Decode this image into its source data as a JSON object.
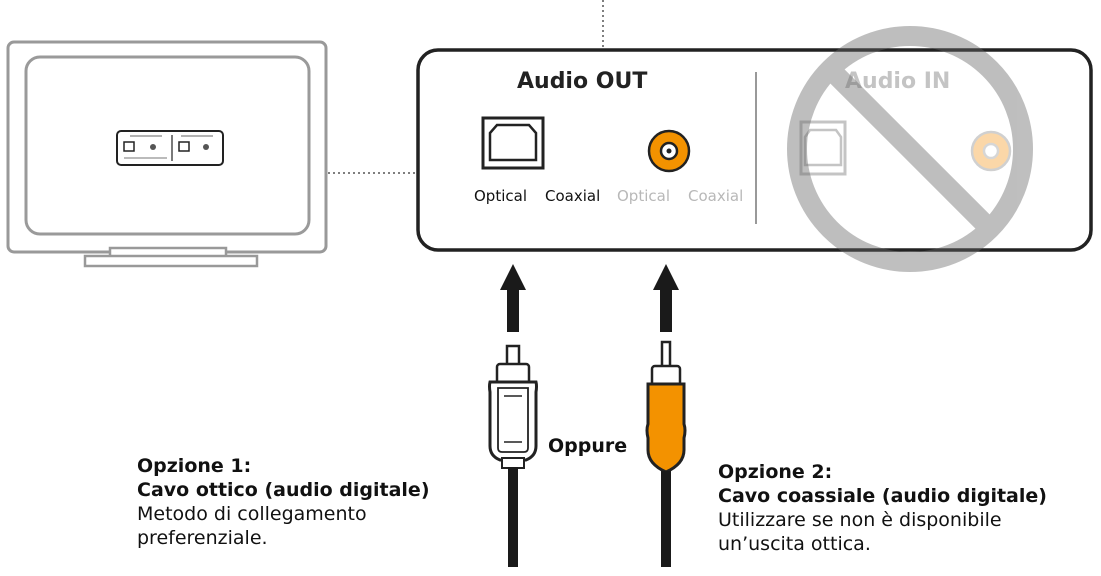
{
  "colors": {
    "accent": "#f39200",
    "line": "#111111",
    "faded": "#c4c4c4"
  },
  "panel": {
    "out_title": "Audio OUT",
    "in_title": "Audio IN",
    "ports": [
      {
        "label": "Optical",
        "faded": false
      },
      {
        "label": "Coaxial",
        "faded": false
      },
      {
        "label": "Optical",
        "faded": true
      },
      {
        "label": "Coaxial",
        "faded": true
      }
    ],
    "prohibited_icon": "no-entry-icon"
  },
  "or_label": "Oppure",
  "options": [
    {
      "heading": "Opzione 1:",
      "subheading": "Cavo ottico (audio digitale)",
      "description_lines": [
        "Metodo di collegamento",
        "preferenziale."
      ]
    },
    {
      "heading": "Opzione 2:",
      "subheading": "Cavo coassiale (audio digitale)",
      "description_lines": [
        "Utilizzare se non è disponibile",
        "un’uscita ottica."
      ]
    }
  ]
}
